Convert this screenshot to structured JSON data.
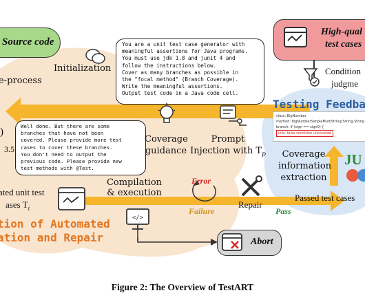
{
  "nodes": {
    "source_code": "Source code",
    "high_quality": "High-qual",
    "high_quality_line2": "test cases",
    "abort": "Abort",
    "initialization": "Initialization",
    "preprocess": "e-process",
    "condition": "Condition",
    "judgment": "judgme",
    "testing_feedback": "Testing Feedba",
    "coverage_guidance": "Coverage guidance",
    "prompt_injection": "Prompt Injection with T",
    "prompt_injection_sub": "p",
    "coverage_info": "Coverage information extraction",
    "passed_tests": "Passed test cases",
    "generated_unit": "ated unit test",
    "cases": "ases T",
    "cases_sub": "i",
    "compilation": "Compilation & execution",
    "error": "Error",
    "failure": "Failure",
    "repair": "Repair",
    "pass": "Pass",
    "gen_title_line1": "tion of Automated",
    "gen_title_line2": "ation and Repair",
    "side_number": "3.5",
    "side_paren": ")",
    "ju_logo": "JU"
  },
  "prompt_initial": [
    "You are a unit test case generator with",
    "meaningful assertions for Java programs.",
    "You must use jdk 1.8 and junit 4 and",
    "follow the instructions below.",
    "Cover as many branches as possible in",
    "the \"focal method\" (Branch Coverage).",
    "Write the meaningful assertions.",
    "Output test code in a Java code cell."
  ],
  "prompt_feedback": [
    "Well done. But there are some",
    "branches that have not been",
    "covered. Please provide more test",
    "cases to cover these branches.",
    "You don't need to output the",
    "previous code. Please provide new",
    "test methods with @Test."
  ],
  "feedback_snippet": {
    "class_line": "class: BigNumber",
    "method_line": "method: bigNumberSimpleMultiString(String,String",
    "branch_line": "branch: if (sign == sign0) {",
    "info_line": "info: false condition uncovered"
  },
  "caption": "Figure 2: The Overview of TestART"
}
